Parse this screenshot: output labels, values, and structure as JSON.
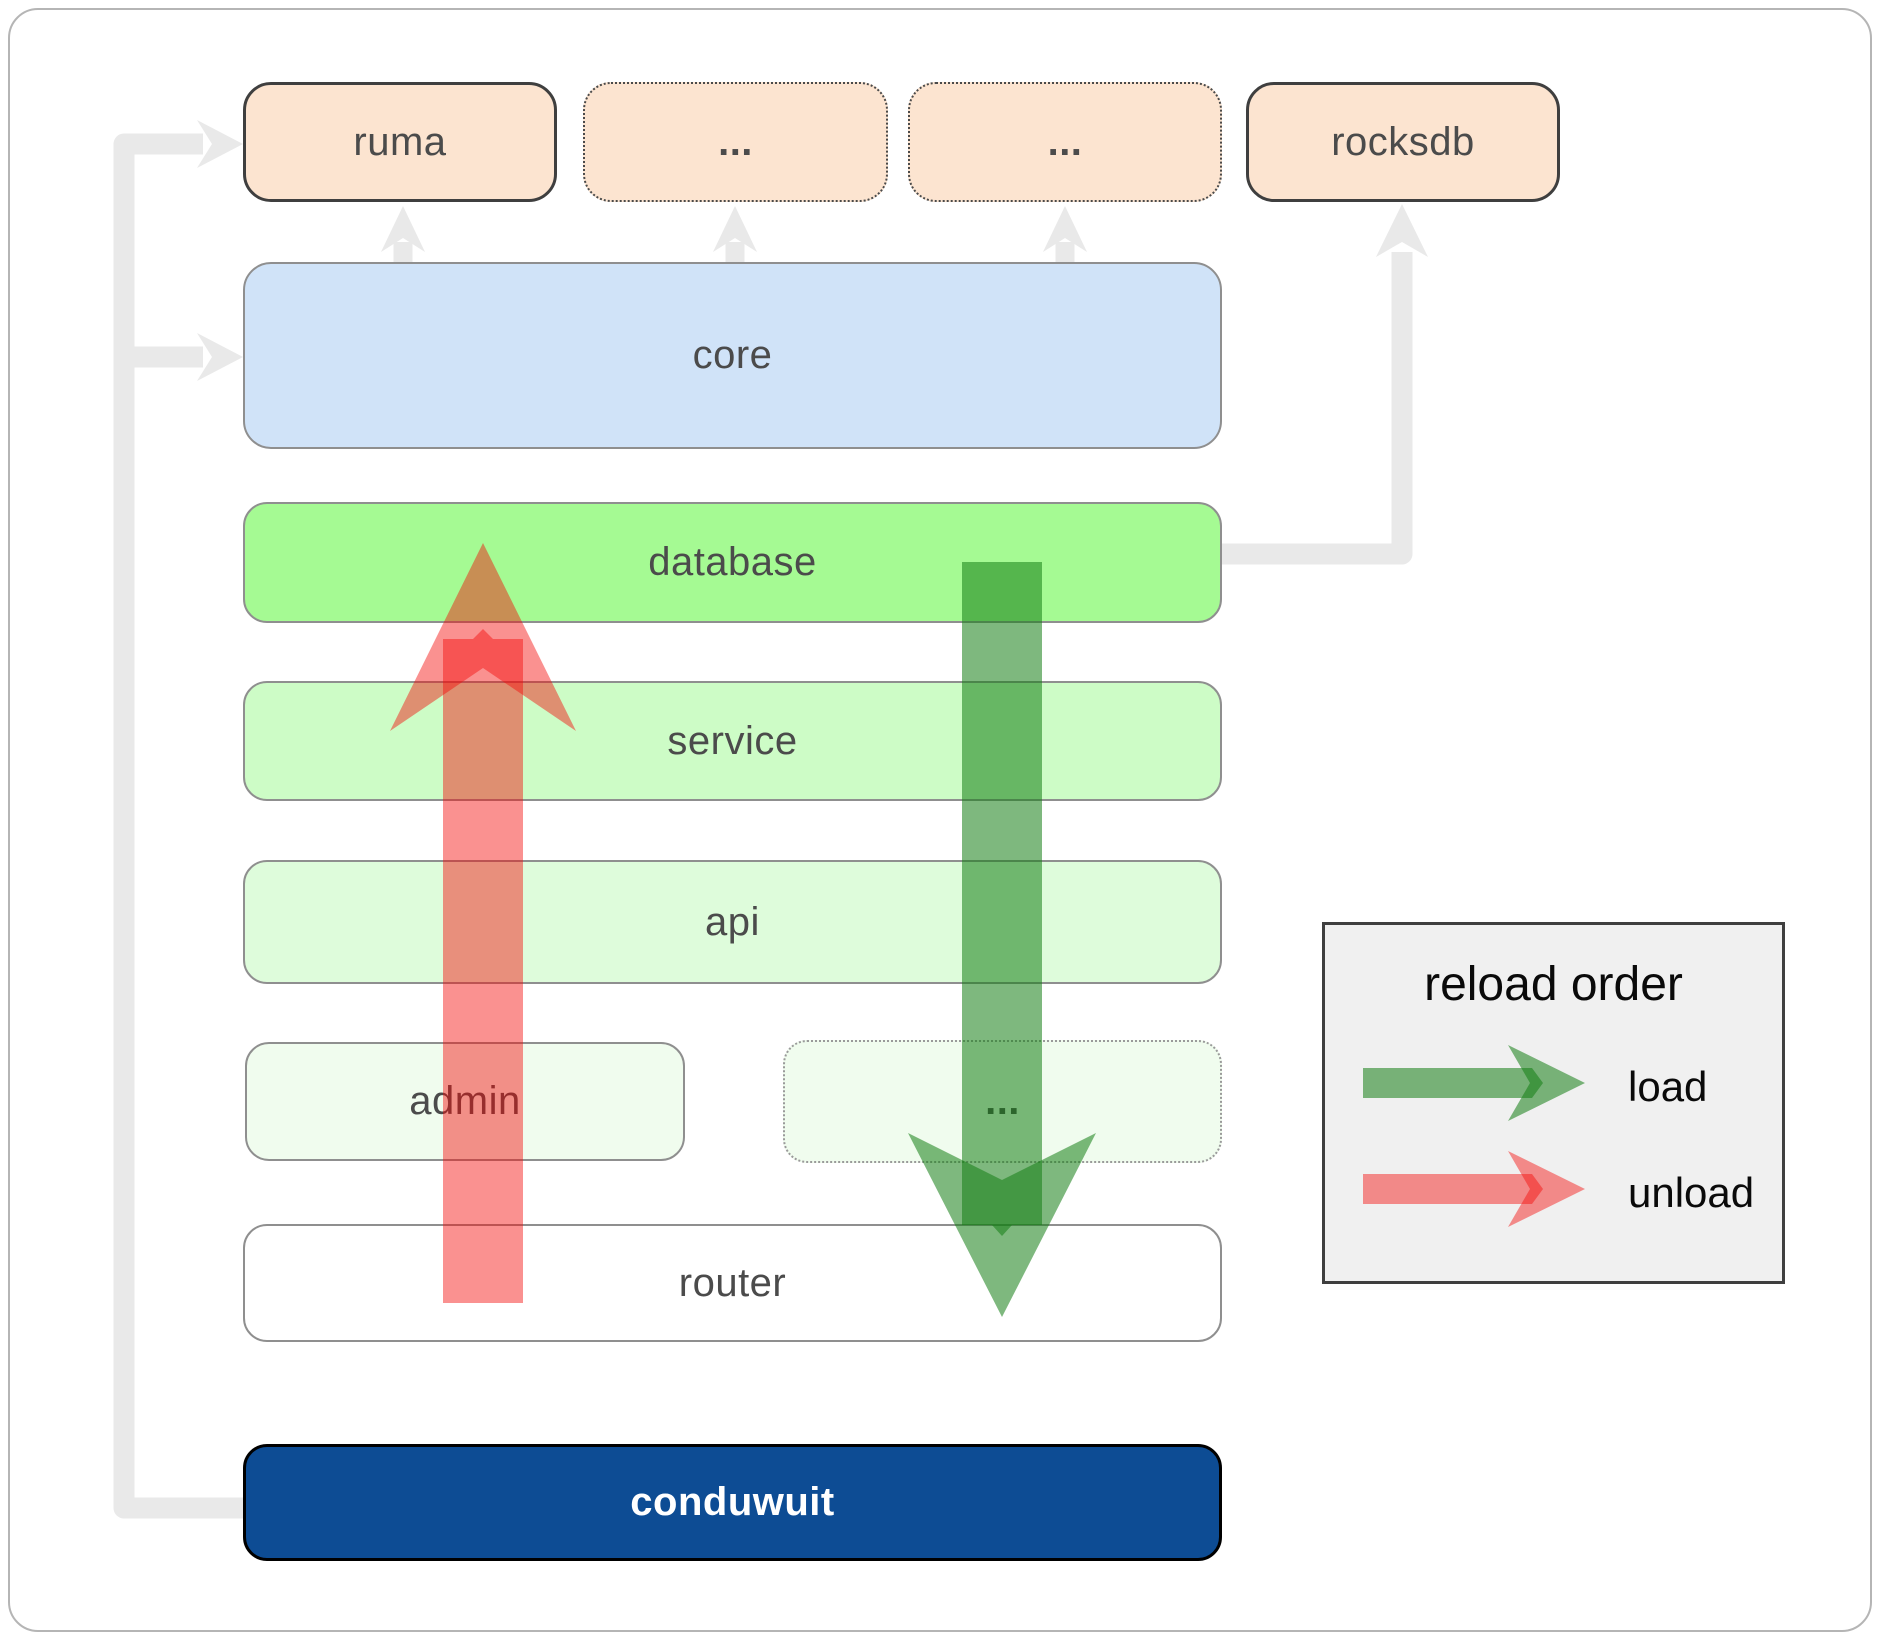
{
  "diagram": {
    "title": "conduwuit hot-reload layer diagram",
    "nodes": {
      "ruma": "ruma",
      "dots1": "...",
      "dots2": "...",
      "rocksdb": "rocksdb",
      "core": "core",
      "database": "database",
      "service": "service",
      "api": "api",
      "admin": "admin",
      "dots3": "...",
      "router": "router",
      "conduwuit": "conduwuit"
    },
    "legend": {
      "title": "reload order",
      "load_label": "load",
      "unload_label": "unload"
    },
    "colors": {
      "peach": "#fce4d0",
      "blue": "#d0e3f8",
      "green-bright": "#a5fa93",
      "green-light": "#cdfcc6",
      "green-lighter": "#defcdb",
      "green-faint": "#f0fcee",
      "navy": "#0d4c94",
      "legend-bg": "#f0f0f0",
      "connector-gray": "#e9e9e9",
      "load-green": "#147d14",
      "unload-red": "#f40a08"
    }
  }
}
